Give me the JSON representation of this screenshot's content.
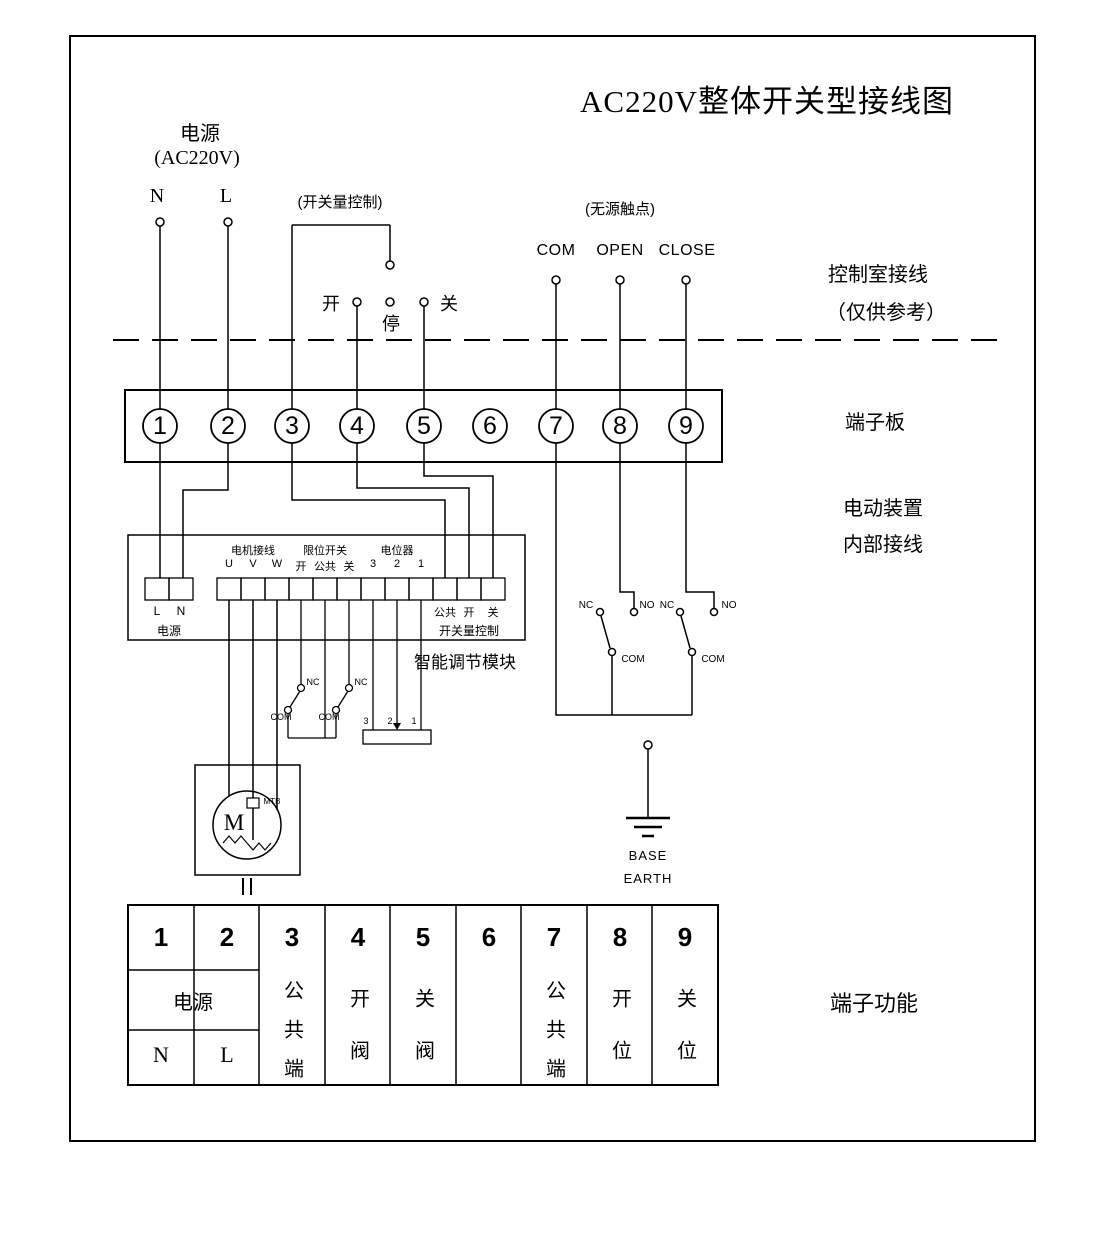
{
  "title": "AC220V整体开关型接线图",
  "power_source": {
    "line1": "电源",
    "line2": "(AC220V)",
    "n": "N",
    "l": "L"
  },
  "switch_control": {
    "label": "(开关量控制)",
    "open": "开",
    "stop": "停",
    "close": "关"
  },
  "dry_contact": {
    "label": "(无源触点)",
    "com": "COM",
    "open": "OPEN",
    "close": "CLOSE"
  },
  "annotations": {
    "control_room_1": "控制室接线",
    "control_room_2": "（仅供参考）",
    "terminal_board": "端子板",
    "internal_1": "电动装置",
    "internal_2": "内部接线",
    "module_name": "智能调节模块",
    "terminal_function": "端子功能"
  },
  "terminals": [
    "1",
    "2",
    "3",
    "4",
    "5",
    "6",
    "7",
    "8",
    "9"
  ],
  "module": {
    "motor_group": {
      "label": "电机接线",
      "pins": [
        "U",
        "V",
        "W"
      ]
    },
    "limit_group": {
      "label": "限位开关",
      "pins": [
        "开",
        "公共",
        "关"
      ]
    },
    "pot_group": {
      "label": "电位器",
      "pins": [
        "3",
        "2",
        "1"
      ]
    },
    "power_pins": [
      "L",
      "N"
    ],
    "power_label": "电源",
    "ctrl_pins": [
      "公共",
      "开",
      "关"
    ],
    "ctrl_label": "开关量控制"
  },
  "contacts": {
    "nc": "NC",
    "no": "NO",
    "com": "COM"
  },
  "motor": {
    "m": "M",
    "mtb": "MTB"
  },
  "ground": {
    "line1": "BASE",
    "line2": "EARTH"
  },
  "function_table": {
    "numbers": [
      "1",
      "2",
      "3",
      "4",
      "5",
      "6",
      "7",
      "8",
      "9"
    ],
    "power": "电源",
    "n": "N",
    "l": "L",
    "functions": [
      "公共端",
      "开阀",
      "关阀",
      "",
      "公共端",
      "开位",
      "关位"
    ]
  }
}
